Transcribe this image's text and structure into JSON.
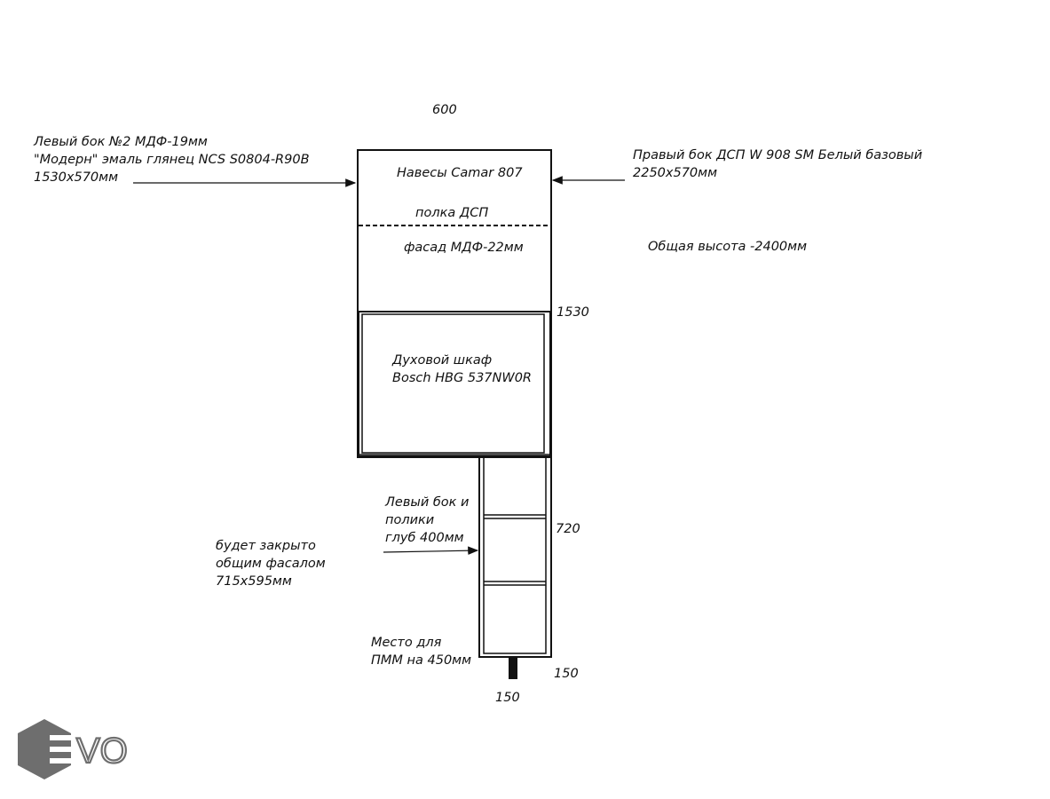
{
  "dimensions": {
    "width_top": "600",
    "height_upper": "1530",
    "height_lower": "720",
    "plinth_right": "150",
    "plinth_bottom": "150"
  },
  "labels": {
    "left_side": [
      "Левый бок  №2 МДФ-19мм",
      "\"Модерн\" эмаль глянец NCS S0804-R90B",
      "1530х570мм"
    ],
    "right_side": [
      "Правый бок ДСП W 908 SM Белый базовый",
      "2250х570мм"
    ],
    "hinges": "Навесы Camar 807",
    "shelf": "полка ДСП",
    "facade": "фасад МДФ-22мм",
    "total_height": "Общая высота -2400мм",
    "oven": [
      "Духовой шкаф",
      "Bosch HBG 537NW0R"
    ],
    "lower_left": [
      "Левый бок и",
      "полики",
      "глуб 400мм"
    ],
    "closed_facade": [
      "будет закрыто",
      "общим фасалом",
      "715х595мм"
    ],
    "dishwasher_space": [
      "Место для",
      "ПММ на 450мм"
    ]
  },
  "logo": {
    "text": "VO",
    "color": "#6e6e6e"
  }
}
